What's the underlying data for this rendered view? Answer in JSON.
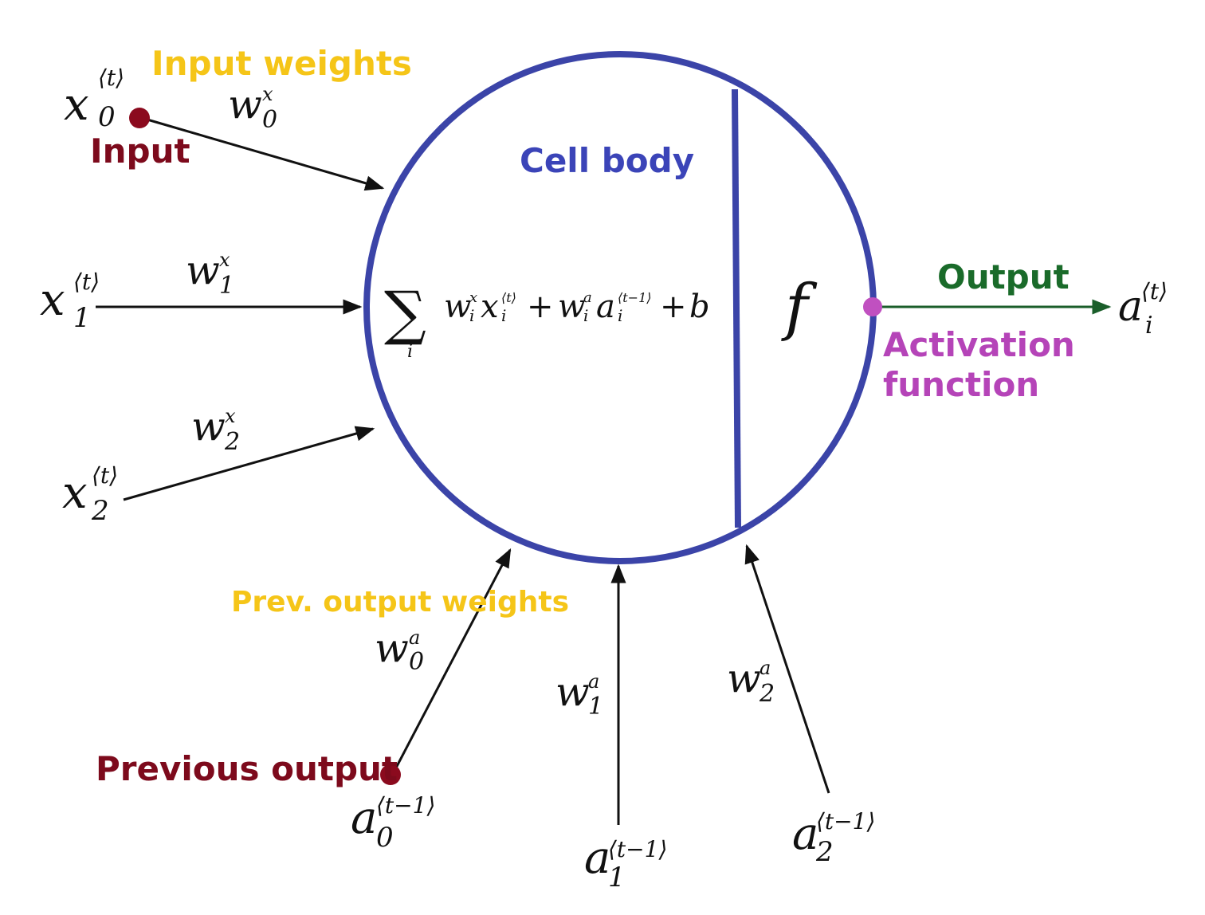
{
  "labels": {
    "input_weights": "Input weights",
    "input": "Input",
    "cell_body": "Cell body",
    "output": "Output",
    "activation": [
      "Activation",
      "function"
    ],
    "prev_output_weights": "Prev. output weights",
    "previous_output": "Previous output"
  },
  "math": {
    "f": "f",
    "sum": "∑",
    "sum_index": "i",
    "formula_w1": "w",
    "formula_w1_sup": "x",
    "formula_w1_sub": "i",
    "formula_x": "x",
    "formula_x_sup": "⟨t⟩",
    "formula_x_sub": "i",
    "formula_plus1": "+",
    "formula_w2": "w",
    "formula_w2_sup": "a",
    "formula_w2_sub": "i",
    "formula_a": "a",
    "formula_a_sup": "⟨t−1⟩",
    "formula_a_sub": "i",
    "formula_plus2": "+",
    "formula_b": "b",
    "inputs": [
      {
        "base": "x",
        "sub": "0",
        "sup": "⟨t⟩"
      },
      {
        "base": "x",
        "sub": "1",
        "sup": "⟨t⟩"
      },
      {
        "base": "x",
        "sub": "2",
        "sup": "⟨t⟩"
      }
    ],
    "input_weights": [
      {
        "base": "w",
        "sub": "0",
        "sup": "x"
      },
      {
        "base": "w",
        "sub": "1",
        "sup": "x"
      },
      {
        "base": "w",
        "sub": "2",
        "sup": "x"
      }
    ],
    "prev_outputs": [
      {
        "base": "a",
        "sub": "0",
        "sup": "⟨t−1⟩"
      },
      {
        "base": "a",
        "sub": "1",
        "sup": "⟨t−1⟩"
      },
      {
        "base": "a",
        "sub": "2",
        "sup": "⟨t−1⟩"
      }
    ],
    "prev_weights": [
      {
        "base": "w",
        "sub": "0",
        "sup": "a"
      },
      {
        "base": "w",
        "sub": "1",
        "sup": "a"
      },
      {
        "base": "w",
        "sub": "2",
        "sup": "a"
      }
    ],
    "output": {
      "base": "a",
      "sub": "i",
      "sup": "⟨t⟩"
    }
  },
  "colors": {
    "cell": "#3b44a8",
    "label_yellow": "#f5c518",
    "label_dark_red": "#7d0a1c",
    "label_blue": "#3b44b8",
    "label_green": "#1a6b2a",
    "label_magenta": "#b544b8",
    "arrow": "#111111",
    "output_arrow": "#1a5e2a",
    "input_dot": "#8b0a1e",
    "output_dot": "#c050c0"
  }
}
